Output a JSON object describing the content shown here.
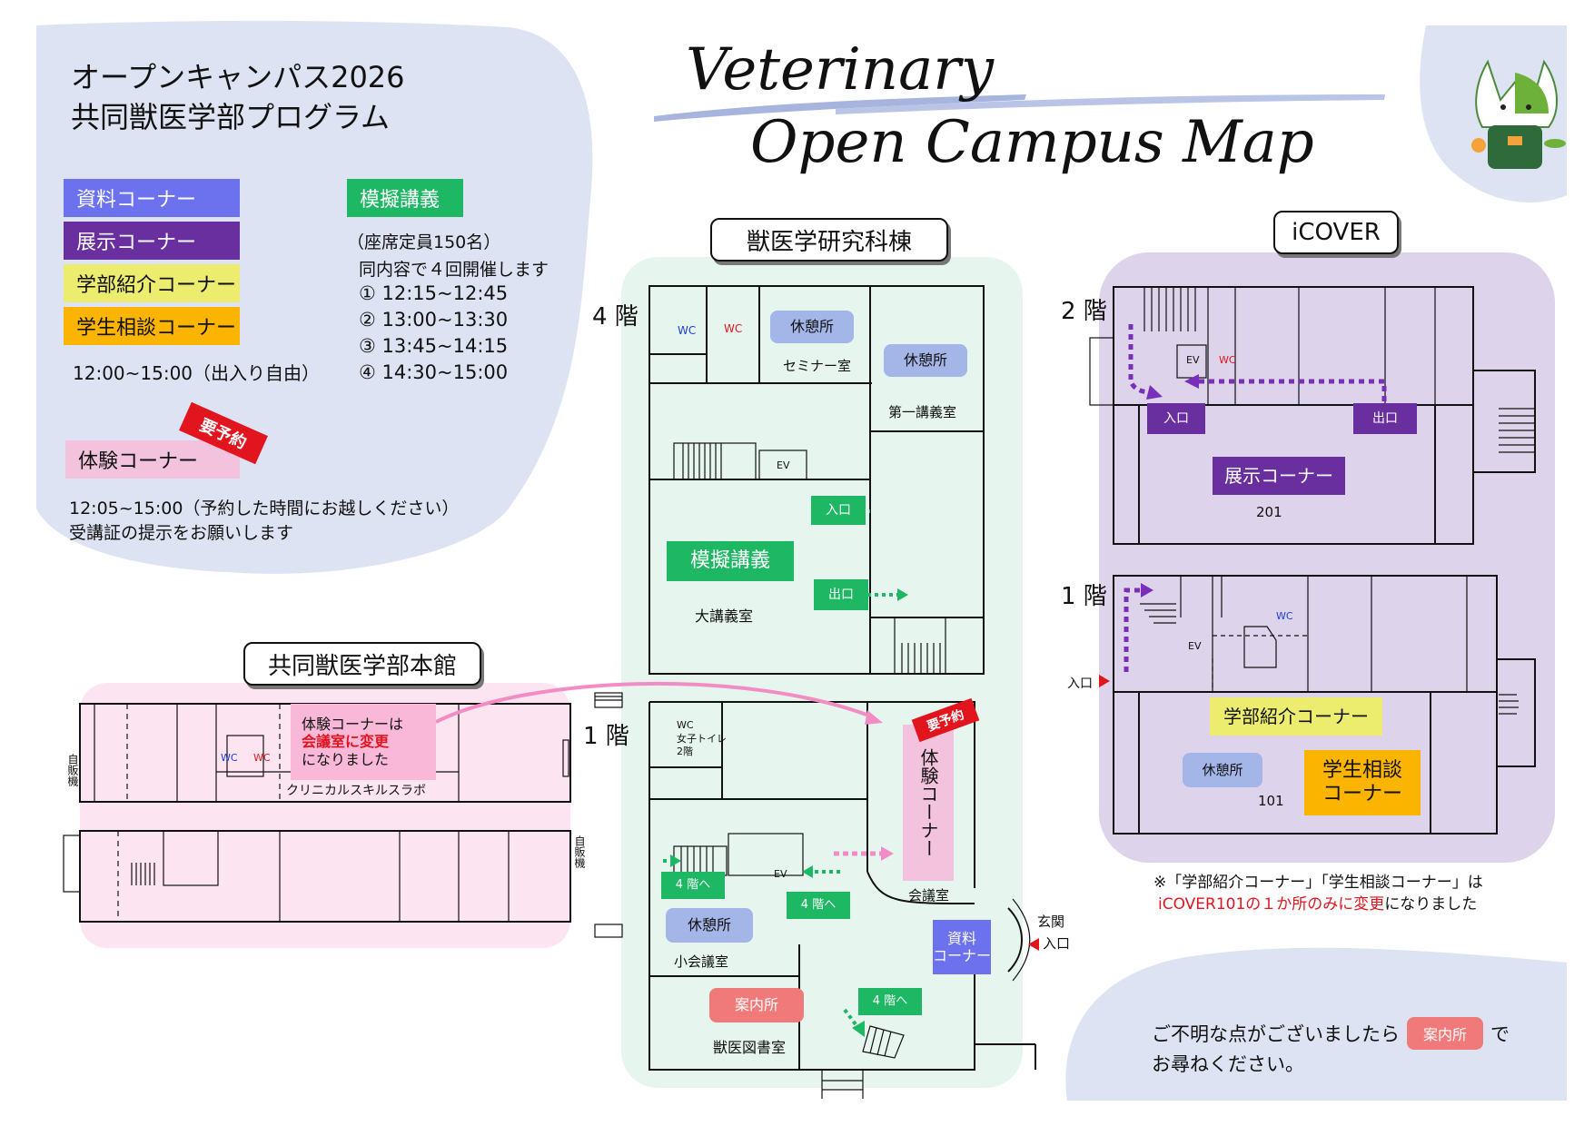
{
  "header": {
    "title_line1": "オープンキャンパス2026",
    "title_line2": "共同獣医学部プログラム",
    "script_line1": "Veterinary",
    "script_line2": "Open Campus Map"
  },
  "legend": {
    "shiryo": "資料コーナー",
    "tenji": "展示コーナー",
    "gakubu": "学部紹介コーナー",
    "soudan": "学生相談コーナー",
    "general_hours": "12:00~15:00（出入り自由）",
    "taiken": "体験コーナー",
    "reservation_stamp": "要予約",
    "taiken_hours": "12:05~15:00（予約した時間にお越しください）",
    "taiken_note": "受講証の提示をお願いします"
  },
  "lecture": {
    "label": "模擬講義",
    "capacity": "（座席定員150名）",
    "note": "同内容で４回開催します",
    "sessions": [
      "① 12:15~12:45",
      "② 13:00~13:30",
      "③ 13:45~14:15",
      "④ 14:30~15:00"
    ]
  },
  "buildings": {
    "research": "獣医学研究科棟",
    "icover": "iCOVER",
    "main": "共同獣医学部本館"
  },
  "research_4f": {
    "floor": "4 階",
    "wc1": "WC",
    "wc2": "WC",
    "rest1": "休憩所",
    "seminar": "セミナー室",
    "rest2": "休憩所",
    "lecture1": "第一講義室",
    "ev": "EV",
    "entrance": "入口",
    "exit": "出口",
    "mock": "模擬講義",
    "big_hall": "大講義室"
  },
  "research_1f": {
    "floor": "1 階",
    "wc": "WC",
    "female_wc": "女子トイレ",
    "female_wc_floor": "2階",
    "to_4f_1": "4 階へ",
    "to_4f_2": "4 階へ",
    "to_4f_3": "4 階へ",
    "ev": "EV",
    "rest": "休憩所",
    "small_meeting": "小会議室",
    "info": "案内所",
    "library": "獣医図書室",
    "taiken": "体験コーナー",
    "meeting_room": "会議室",
    "shiryo_line1": "資料",
    "shiryo_line2": "コーナー",
    "front_door": "玄関",
    "entrance": "入口",
    "stamp": "要予約"
  },
  "main_building": {
    "change_line1": "体験コーナーは",
    "change_line2": "会議室に変更",
    "change_line3": "になりました",
    "wc1": "WC",
    "wc2": "WC",
    "clinical_lab": "クリニカルスキルスラボ",
    "vending_left": "自販機",
    "vending_right": "自販機"
  },
  "icover_2f": {
    "floor": "2 階",
    "ev": "EV",
    "wc": "WC",
    "entrance": "入口",
    "exit": "出口",
    "tenji": "展示コーナー",
    "room": "201"
  },
  "icover_1f": {
    "floor": "1 階",
    "ev": "EV",
    "wc": "WC",
    "entrance": "入口",
    "gakubu": "学部紹介コーナー",
    "rest": "休憩所",
    "room": "101",
    "soudan_line1": "学生相談",
    "soudan_line2": "コーナー"
  },
  "notice": {
    "line1": "※「学部紹介コーナー」「学生相談コーナー」は",
    "line2_red": "iCOVER101の１か所のみに変更",
    "line2_rest": "になりました"
  },
  "footer": {
    "before": "ご不明な点がございましたら",
    "info": "案内所",
    "after": "で",
    "line2": "お尋ねください。"
  },
  "colors": {
    "shiryo": "#6c72ee",
    "tenji": "#6a2f9f",
    "gakubu": "#ecec6e",
    "soudan": "#fbb400",
    "taiken": "#f3c2dd",
    "mock": "#1eb763",
    "rest": "#a4b5e8",
    "info": "#f07a7a",
    "stamp": "#e2141d",
    "green_bg": "#e6f6ee",
    "purple_bg": "#ddd3ea",
    "pink_bg": "#fde4f1",
    "blue_blob": "#dde3f2"
  },
  "mascot": "cat-mascot-icon"
}
